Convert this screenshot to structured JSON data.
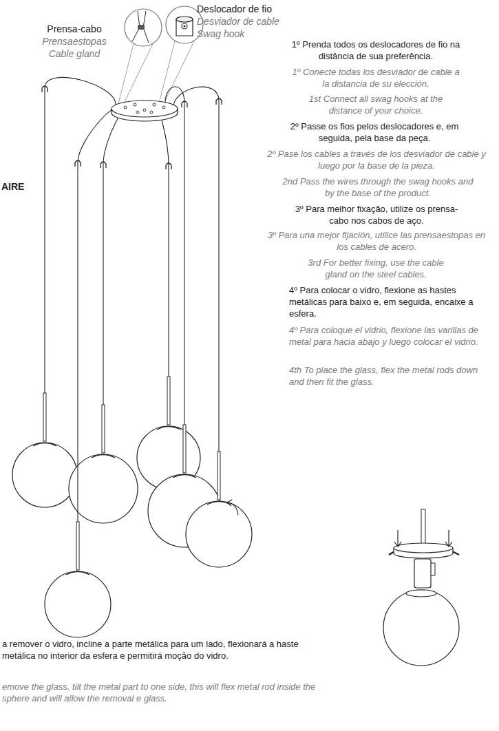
{
  "diagram": {
    "labels": [
      "Prensa-cabo",
      "Prensaestopas",
      "Cable gland",
      "Deslocador de fio",
      "Desviador de cable",
      "Swag hook",
      "1º Prenda todos os deslocadores de fio na distância de sua preferência.",
      "1º Conecte todas los desviador de cable a la distancia de su elección.",
      "1st Connect all swag hooks at the distance of your choice.",
      "2º Passe os fios pelos deslocadores e, em seguida, pela base da peça.",
      "2º Pase los cables a través de los desviador de cable y luego por la base de la pieza.",
      "2nd Pass the wires through the swag hooks and by the base of the product.",
      "3º Para melhor fixação, utilize os prensa-cabo nos cabos de aço.",
      "3º Para una mejor fijación, utilice las prensaestopas en los cables de acero.",
      "3rd For better fixing, use the cable gland on the steel cables.",
      "4º Para colocar o vidro, flexione as hastes metálicas para baixo e, em seguida, encaixe a esfera.",
      "4º Para coloque el vidrio, flexione las varillas de metal para hacia abajo y luego colocar el vidrio.",
      "4th To place the glass, flex the metal rods down and then fit the glass.",
      "AIRE",
      "a remover o vidro, incline a parte metálica para um lado, flexionará a haste metálica no interior da esfera e permitirá moção do vidro.",
      "emove the glass, tilt the metal part to one side, this will flex metal rod inside the sphere and will allow the removal e glass."
    ]
  }
}
